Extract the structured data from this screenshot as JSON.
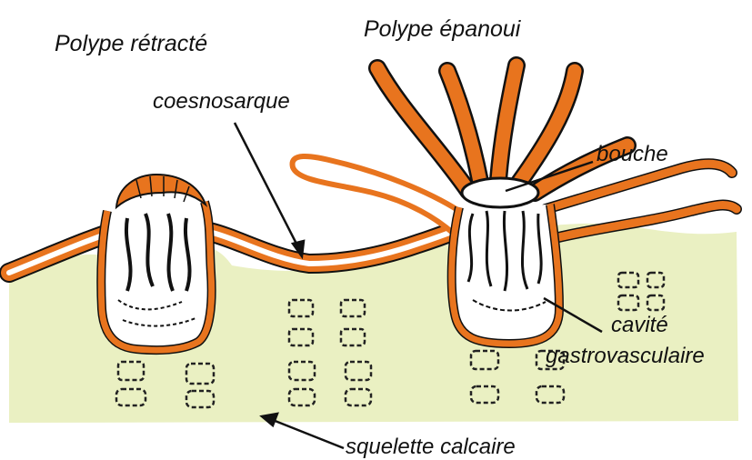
{
  "labels": {
    "retracted_polyp": "Polype rétracté",
    "open_polyp": "Polype épanoui",
    "coenosarc": "coesnosarque",
    "mouth": "bouche",
    "cavity_line1": "cavité",
    "cavity_line2": "gastrovasculaire",
    "skeleton": "squelette calcaire"
  },
  "colors": {
    "tissue_orange": "#e8741e",
    "skeleton_fill": "#eaf0c2",
    "outline": "#111111",
    "cavity": "#ffffff"
  }
}
